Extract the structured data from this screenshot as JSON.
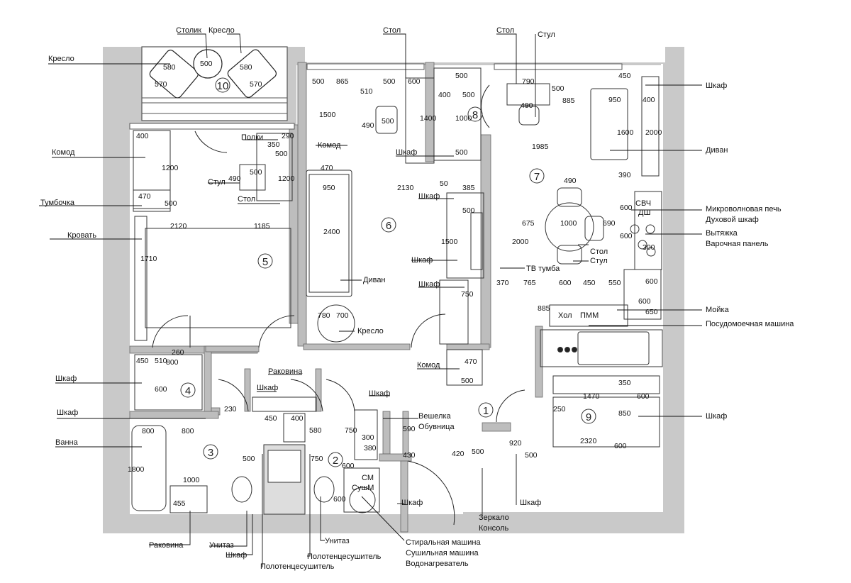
{
  "callouts": {
    "stolik": "Столик",
    "kreslo_top": "Кресло",
    "stol_top": "Стол",
    "stol_top2": "Стол",
    "stul_top": "Стул",
    "kreslo_left": "Кресло",
    "shkaf_tr": "Шкаф",
    "komod_left": "Комод",
    "polki": "Полки",
    "komod_mid": "Комод",
    "shkaf_mid1": "Шкаф",
    "divan_r": "Диван",
    "stul_5": "Стул",
    "stol_5": "Стол",
    "shkaf_mid2": "Шкаф",
    "tumbochka": "Тумбочка",
    "mikro": "Микроволновая печь",
    "duhovoy": "Духовой шкаф",
    "svch": "СВЧ",
    "dsh": "ДШ",
    "krovat": "Кровать",
    "vytyazhka": "Вытяжка",
    "varochnaya": "Варочная панель",
    "stol_7": "Стол",
    "stul_7": "Стул",
    "shkaf_mid3": "Шкаф",
    "tv": "ТВ тумба",
    "divan_6": "Диван",
    "shkaf_mid4": "Шкаф",
    "moyka": "Мойка",
    "hol": "Хол",
    "pmm": "ПММ",
    "posudo": "Посудомоечная машина",
    "kreslo_6": "Кресло",
    "komod_low": "Комод",
    "shkaf_l1": "Шкаф",
    "rakovina_top": "Раковина",
    "shkaf_3": "Шкаф",
    "shkaf_2": "Шкаф",
    "veshelka": "Вешелка",
    "obuvnica": "Обувница",
    "shkaf_l2": "Шкаф",
    "shkaf_r9": "Шкаф",
    "vanna": "Ванна",
    "sm": "СМ",
    "sushm": "СушМ",
    "shkaf_hall": "Шкаф",
    "shkaf_920": "Шкаф",
    "zerkalo": "Зеркало",
    "konsol": "Консоль",
    "rakovina_low": "Раковина",
    "unitaz3": "Унитаз",
    "shkaf_low": "Шкаф",
    "unitaz2": "Унитаз",
    "poloten2": "Полотенцесушитель",
    "poloten3": "Полотенцесушитель",
    "stiral": "Стиральная машина",
    "sushil": "Сушильная машина",
    "vodonagrev": "Водонагреватель"
  },
  "rooms": [
    "1",
    "2",
    "3",
    "4",
    "5",
    "6",
    "7",
    "8",
    "9",
    "10"
  ],
  "dimensions": {
    "d500a": "500",
    "d580a": "580",
    "d570a": "570",
    "d580b": "580",
    "d570b": "570",
    "d500b": "500",
    "d865": "865",
    "d510": "510",
    "d500c": "500",
    "d600a": "600",
    "d500d": "500",
    "d1400": "1400",
    "d400a": "400",
    "d500e": "500",
    "d1000a": "1000",
    "d500f": "500",
    "d790": "790",
    "d500g": "500",
    "d450a": "450",
    "d950a": "950",
    "d400b": "400",
    "d490a": "490",
    "d885": "885",
    "d1500a": "1500",
    "d490b": "490",
    "d500h": "500",
    "d1600": "1600",
    "d2000a": "2000",
    "d1985": "1985",
    "d400c": "400",
    "d290": "290",
    "d350a": "350",
    "d500i": "500",
    "d1200a": "1200",
    "d470a": "470",
    "d500j": "500",
    "d490c": "490",
    "d1200b": "1200",
    "d390": "390",
    "d950b": "950",
    "d2130": "2130",
    "d50": "50",
    "d385": "385",
    "d490d": "490",
    "d470b": "470",
    "d500k": "500",
    "d500l": "500",
    "d600b": "600",
    "d2120": "2120",
    "d1185": "1185",
    "d2400": "2400",
    "d675": "675",
    "d1000b": "1000",
    "d690": "690",
    "d600c": "600",
    "d300": "300",
    "d1710": "1710",
    "d1500b": "1500",
    "d2000b": "2000",
    "d370": "370",
    "d765": "765",
    "d600d": "600",
    "d450b": "450",
    "d550": "550",
    "d600e": "600",
    "d750a": "750",
    "d600f": "600",
    "d650": "650",
    "d885b": "885",
    "d780": "780",
    "d700": "700",
    "d450c": "450",
    "d510b": "510",
    "d260": "260",
    "d800a": "800",
    "d470c": "470",
    "d500m": "500",
    "d600g": "600",
    "d350b": "350",
    "d1470": "1470",
    "d600h": "600",
    "d230": "230",
    "d450d": "450",
    "d400d": "400",
    "d250": "250",
    "d580c": "580",
    "d750b": "750",
    "d590": "590",
    "d300b": "300",
    "d850": "850",
    "d800b": "800",
    "d800c": "800",
    "d380": "380",
    "d430": "430",
    "d420": "420",
    "d500n": "500",
    "d920": "920",
    "d2320": "2320",
    "d600i": "600",
    "d500o": "500",
    "d500p": "500",
    "d1800": "1800",
    "d1000c": "1000",
    "d600j": "600",
    "d600k": "600",
    "d455": "455",
    "d750c": "750"
  }
}
